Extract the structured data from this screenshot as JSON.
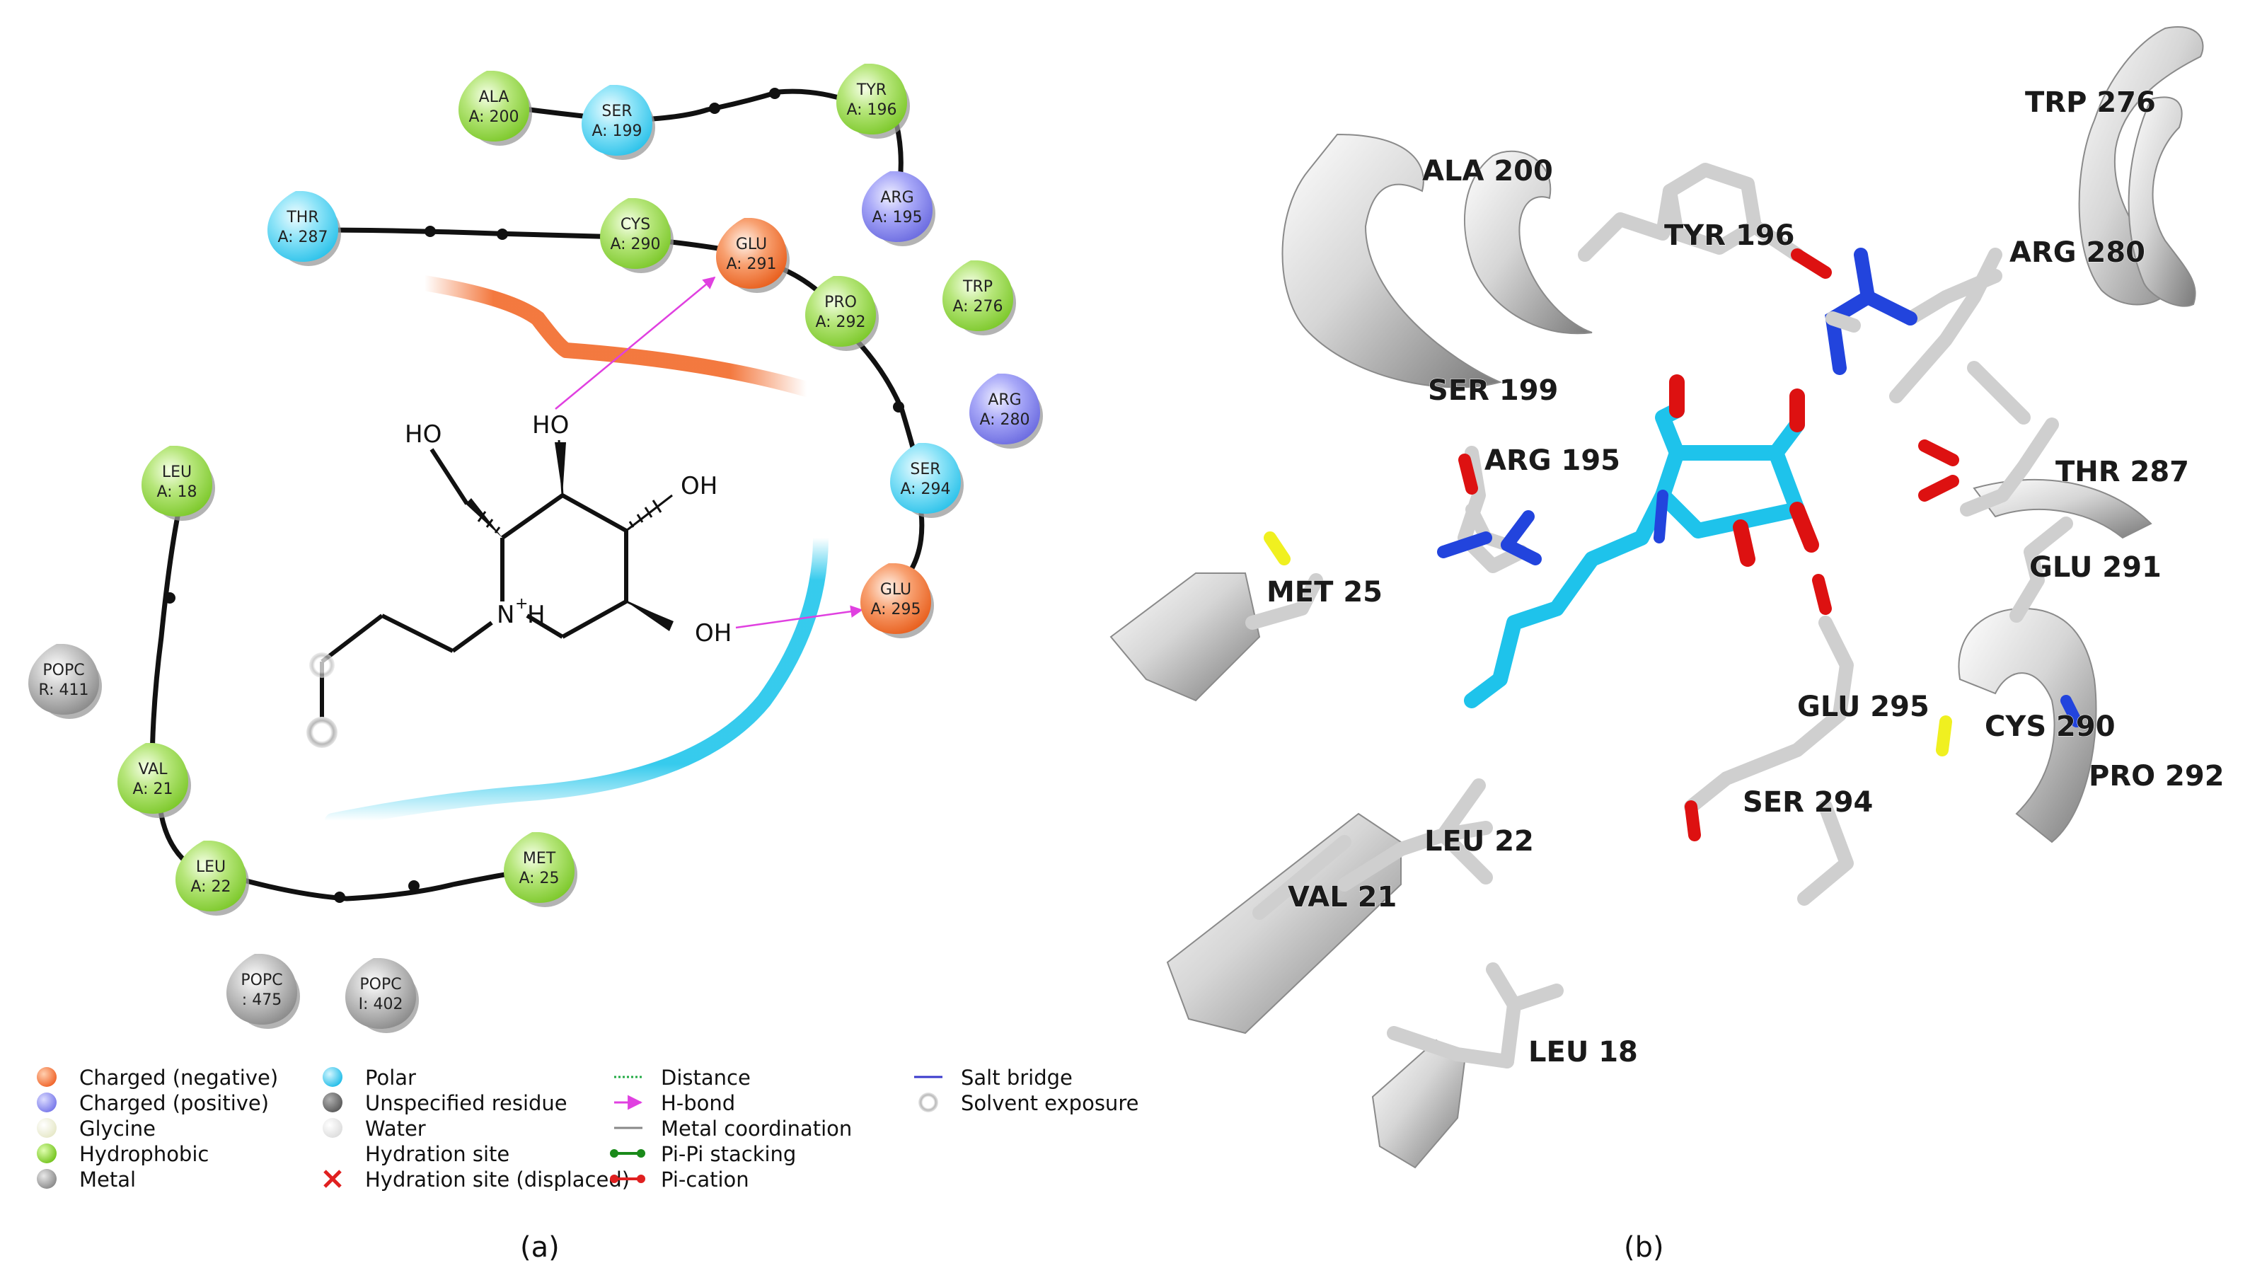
{
  "panel_a": {
    "caption": "(a)",
    "residues": [
      {
        "name": "ALA",
        "id": "A: 200",
        "type": "hydrophobic"
      },
      {
        "name": "SER",
        "id": "A: 199",
        "type": "polar"
      },
      {
        "name": "TYR",
        "id": "A: 196",
        "type": "hydrophobic"
      },
      {
        "name": "ARG",
        "id": "A: 195",
        "type": "positive"
      },
      {
        "name": "THR",
        "id": "A: 287",
        "type": "polar"
      },
      {
        "name": "CYS",
        "id": "A: 290",
        "type": "hydrophobic"
      },
      {
        "name": "GLU",
        "id": "A: 291",
        "type": "negative"
      },
      {
        "name": "PRO",
        "id": "A: 292",
        "type": "hydrophobic"
      },
      {
        "name": "TRP",
        "id": "A: 276",
        "type": "hydrophobic"
      },
      {
        "name": "ARG",
        "id": "A: 280",
        "type": "positive"
      },
      {
        "name": "SER",
        "id": "A: 294",
        "type": "polar"
      },
      {
        "name": "GLU",
        "id": "A: 295",
        "type": "negative"
      },
      {
        "name": "LEU",
        "id": "A: 18",
        "type": "hydrophobic"
      },
      {
        "name": "POPC",
        "id": "R: 411",
        "type": "unspecified"
      },
      {
        "name": "VAL",
        "id": "A: 21",
        "type": "hydrophobic"
      },
      {
        "name": "LEU",
        "id": "A: 22",
        "type": "hydrophobic"
      },
      {
        "name": "MET",
        "id": "A: 25",
        "type": "hydrophobic"
      },
      {
        "name": "POPC",
        "id": ": 475",
        "type": "unspecified"
      },
      {
        "name": "POPC",
        "id": "I: 402",
        "type": "unspecified"
      }
    ],
    "ligand_labels": {
      "ho_top": "HO",
      "ho_ring": "HO",
      "oh_right": "OH",
      "nh": "N",
      "nh_charge": "+",
      "nh_h": "H",
      "oh_bottom": "OH"
    },
    "legend": [
      {
        "label": "Charged (negative)",
        "symbol": "circle",
        "color": "#f37a3e"
      },
      {
        "label": "Charged (positive)",
        "symbol": "circle",
        "color": "#8c8cf2"
      },
      {
        "label": "Glycine",
        "symbol": "circle",
        "color": "#f4f6e0"
      },
      {
        "label": "Hydrophobic",
        "symbol": "circle",
        "color": "#8fd33a"
      },
      {
        "label": "Metal",
        "symbol": "circle",
        "color": "#9a9a9a"
      },
      {
        "label": "Polar",
        "symbol": "circle",
        "color": "#47d1f0"
      },
      {
        "label": "Unspecified residue",
        "symbol": "circle",
        "color": "#8a8a8a"
      },
      {
        "label": "Water",
        "symbol": "circle",
        "color": "#eeeeee"
      },
      {
        "label": "Hydration site",
        "symbol": "none",
        "color": ""
      },
      {
        "label": "Hydration site (displaced)",
        "symbol": "cross",
        "color": "#e02020"
      },
      {
        "label": "Distance",
        "symbol": "dotted",
        "color": "#22aa44"
      },
      {
        "label": "H-bond",
        "symbol": "arrow",
        "color": "#e040e0"
      },
      {
        "label": "Metal coordination",
        "symbol": "line",
        "color": "#888888"
      },
      {
        "label": "Pi-Pi stacking",
        "symbol": "dumbbell",
        "color": "#1a8a1a"
      },
      {
        "label": "Pi-cation",
        "symbol": "dumbbell",
        "color": "#e02020"
      },
      {
        "label": "Salt bridge",
        "symbol": "line",
        "color": "#3a3acc"
      },
      {
        "label": "Solvent exposure",
        "symbol": "halo",
        "color": "#c8c8c8"
      }
    ]
  },
  "panel_b": {
    "caption": "(b)",
    "labels": [
      "ALA 200",
      "TYR 196",
      "TRP 276",
      "ARG 280",
      "SER 199",
      "ARG 195",
      "THR 287",
      "MET 25",
      "GLU 291",
      "GLU 295",
      "CYS 290",
      "PRO 292",
      "SER 294",
      "LEU 22",
      "VAL 21",
      "LEU 18"
    ]
  },
  "colors": {
    "negative": "#f37a3e",
    "positive": "#8c8cf2",
    "polar": "#47d1f0",
    "hydrophobic": "#8fd33a",
    "unspecified": "#8a8a8a",
    "hbond": "#e040e0",
    "ligand_carbon": "#1ec3eb",
    "oxygen": "#e01010",
    "nitrogen": "#1a3ee0",
    "sulfur": "#f0f020",
    "protein": "#d8d8d8"
  }
}
